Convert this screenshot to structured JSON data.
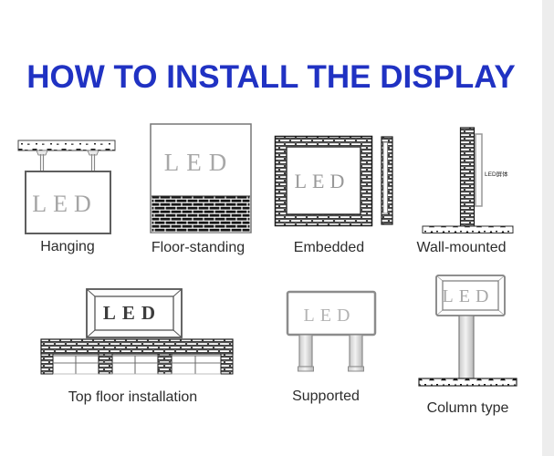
{
  "title": {
    "text": "HOW TO INSTALL THE DISPLAY",
    "color": "#2032c3"
  },
  "colors": {
    "title_blue": "#2032c3",
    "label_text": "#2d2d2d",
    "line_art_gray": "#5a5a5a",
    "screen_text_gray": "#a5a5a5",
    "brick_black": "#141414",
    "right_strip": "#ededed"
  },
  "figures": [
    {
      "id": "hanging",
      "label": "Hanging",
      "screen_text": "LED"
    },
    {
      "id": "floor_standing",
      "label": "Floor-standing",
      "screen_text": "LED"
    },
    {
      "id": "embedded",
      "label": "Embedded",
      "screen_text": "LED"
    },
    {
      "id": "wall_mounted",
      "label": "Wall-mounted",
      "screen_text": "LED",
      "annotation": "LED屏体"
    },
    {
      "id": "top_floor",
      "label": "Top floor installation",
      "screen_text": "LED"
    },
    {
      "id": "supported",
      "label": "Supported",
      "screen_text": "LED"
    },
    {
      "id": "column_type",
      "label": "Column type",
      "screen_text": "LED"
    }
  ]
}
